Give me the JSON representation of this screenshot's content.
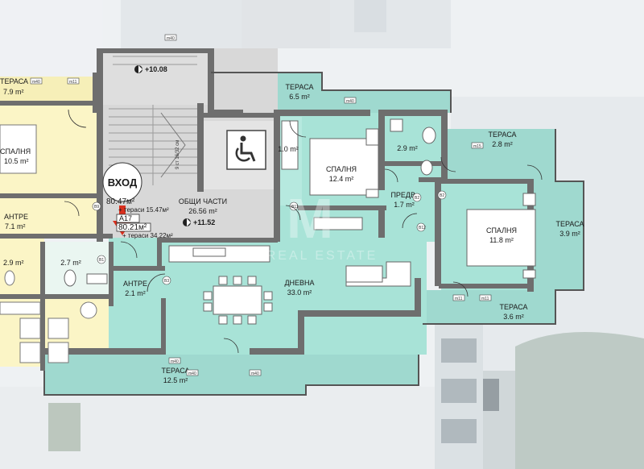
{
  "colors": {
    "terrace": "#9fd9cf",
    "apartment": "#a8e3d7",
    "neighbor": "#fbf5c6",
    "common": "#d8d8d8",
    "wall": "#6e6e6e",
    "building_bg": "#e7ebee",
    "marker": "#d9301e"
  },
  "entrance": {
    "label": "ВХОД"
  },
  "common_area": {
    "name": "ОБЩИ ЧАСТИ",
    "area": "26.56 m²"
  },
  "levels": {
    "stair_top": "+10.08",
    "landing": "+11.52"
  },
  "apartment_tag": {
    "gross_prev": "80.47м²",
    "terraces_prev": "+ тераси 15.47м²",
    "id": "A17",
    "gross": "80.21м²",
    "terraces": "+ тераси 34.22м²"
  },
  "stair_note": "9 ст 16/32 см",
  "watermark": {
    "logo": "M",
    "text": "REAL ESTATE"
  },
  "rooms": {
    "terrace_top": {
      "name": "ТЕРАСА",
      "area": "6.5 m²"
    },
    "corridor": {
      "area": "1.0 m²"
    },
    "bedroom_1": {
      "name": "СПАЛНЯ",
      "area": "12.4 m²"
    },
    "wc_top": {
      "area": "2.9 m²"
    },
    "terrace_right_top": {
      "name": "ТЕРАСА",
      "area": "2.8 m²"
    },
    "hall": {
      "name": "ПРЕДВ.",
      "area": "1.7 m²"
    },
    "bedroom_2": {
      "name": "СПАЛНЯ",
      "area": "11.8 m²"
    },
    "terrace_right": {
      "name": "ТЕРАСА",
      "area": "3.9 m²"
    },
    "terrace_right_bottom": {
      "name": "ТЕРАСА",
      "area": "3.6 m²"
    },
    "living": {
      "name": "ДНЕВНА",
      "area": "33.0 m²"
    },
    "entry": {
      "name": "АНТРЕ",
      "area": "2.1 m²"
    },
    "wc_left": {
      "area": "2.7 m²"
    },
    "terrace_bottom": {
      "name": "ТЕРАСА",
      "area": "12.5 m²"
    }
  },
  "neighbor_rooms": {
    "terrace": {
      "name": "ТЕРАСА",
      "area": "7.9 m²"
    },
    "bedroom": {
      "name": "СПАЛНЯ",
      "area": "10.5 m²"
    },
    "entry": {
      "name": "АНТРЕ",
      "area": "7.1 m²"
    },
    "wc": {
      "area": "2.9 m²"
    }
  },
  "opening_tags": [
    "m40",
    "m11",
    "m15",
    "B1",
    "B2",
    "B3",
    "B9",
    "B10",
    "B11",
    "B12"
  ]
}
